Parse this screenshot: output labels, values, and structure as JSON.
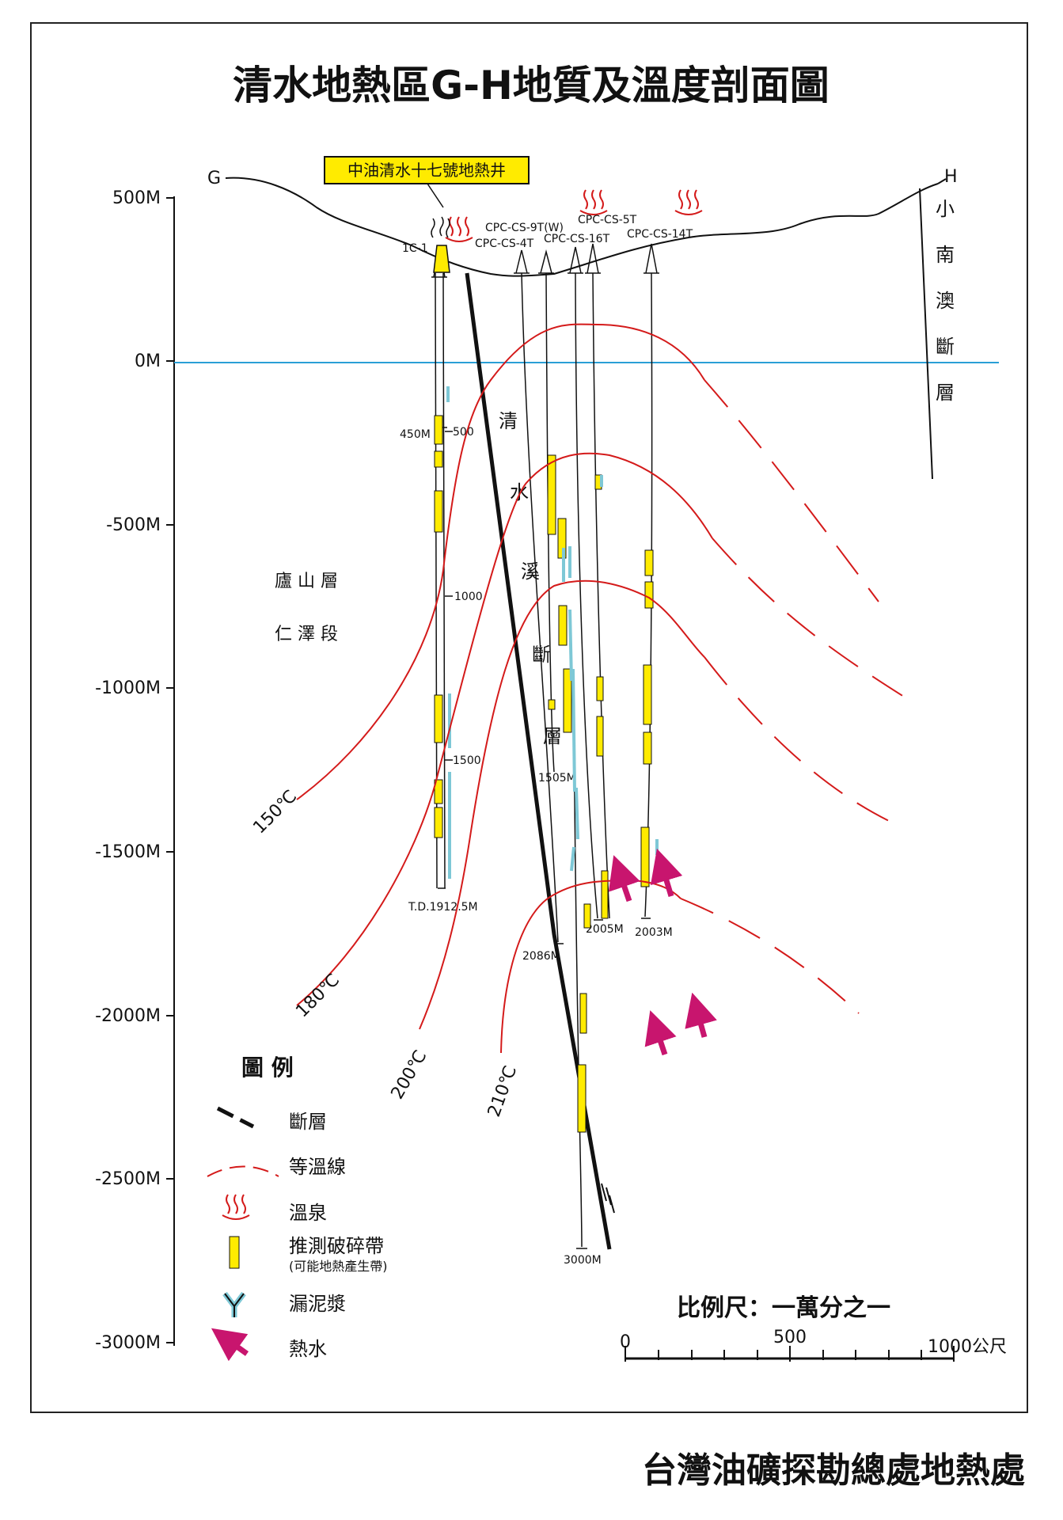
{
  "title": "清水地熱區G-H地質及溫度剖面圖",
  "section_ends": {
    "left": "G",
    "right": "H"
  },
  "highlight_label": "中油清水十七號地熱井",
  "highlight_color": "#ffeb00",
  "depth_axis": {
    "ticks": [
      "500M",
      "0M",
      "-500M",
      "-1000M",
      "-1500M",
      "-2000M",
      "-2500M",
      "-3000M"
    ]
  },
  "well_labels": {
    "w1": "1C-1",
    "w2": "CPC-CS-4T",
    "w3": "CPC-CS-9T(W)",
    "w4": "CPC-CS-16T",
    "w5": "CPC-CS-5T",
    "w6": "CPC-CS-14T"
  },
  "depth_marks": {
    "m450": "450M",
    "m500": "500",
    "m1000": "1000",
    "m1500": "1500",
    "m1505": "1505M",
    "td": "T.D.1912.5M",
    "m2005": "2005M",
    "m2003": "2003M",
    "m2086": "2086M",
    "m3000": "3000M"
  },
  "fault_labels": {
    "qingshui": [
      "清",
      "水",
      "溪",
      "斷",
      "層"
    ],
    "xiaonanao": [
      "小",
      "南",
      "澳",
      "斷",
      "層"
    ]
  },
  "formation": {
    "line1": "廬  山  層",
    "line2": "仁  澤  段"
  },
  "isotherms": [
    "150℃",
    "180℃",
    "200℃",
    "210℃"
  ],
  "legend": {
    "title": "圖  例",
    "items": {
      "fault": "斷層",
      "isotherm": "等溫線",
      "hotspring": "溫泉",
      "fracture": "推測破碎帶",
      "fracture_note": "(可能地熱產生帶)",
      "mudloss": "漏泥漿",
      "hotwater": "熱水"
    }
  },
  "scale": {
    "title": "比例尺：一萬分之一",
    "t0": "0",
    "t500": "500",
    "t1000": "1000公尺"
  },
  "footer": "台灣油礦探勘總處地熱處",
  "colors": {
    "isotherm": "#d41a1a",
    "sealevel": "#2a9fd6",
    "arrow": "#c8156e",
    "mud": "#7ec8d6",
    "fracture": "#ffeb00"
  }
}
